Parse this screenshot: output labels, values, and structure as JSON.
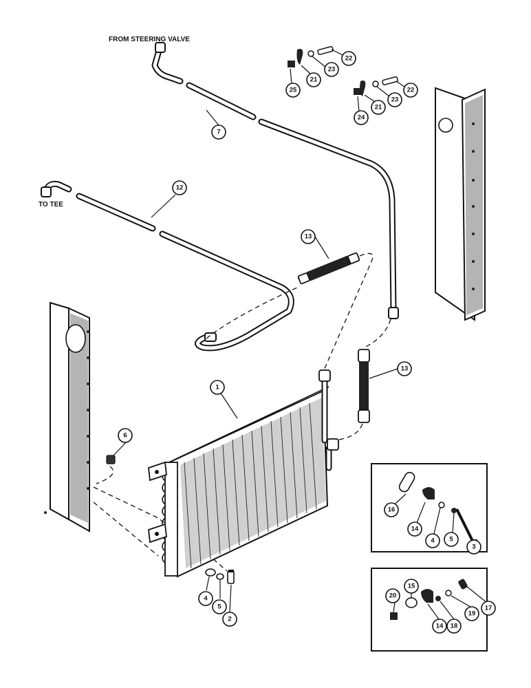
{
  "labels": {
    "from_steering_valve": "FROM STEERING VALVE",
    "to_tee": "TO TEE"
  },
  "callouts": {
    "c25": "25",
    "c21a": "21",
    "c23a": "23",
    "c22a": "22",
    "c24": "24",
    "c21b": "21",
    "c23b": "23",
    "c22b": "22",
    "c7": "7",
    "c12": "12",
    "c13a": "13",
    "c13b": "13",
    "c1": "1",
    "c6": "6",
    "c4a": "4",
    "c5a": "5",
    "c2": "2",
    "c16": "16",
    "c14a": "14",
    "c4b": "4",
    "c5b": "5",
    "c3": "3",
    "c20": "20",
    "c15": "15",
    "c14b": "14",
    "c18": "18",
    "c19": "19",
    "c17": "17"
  }
}
